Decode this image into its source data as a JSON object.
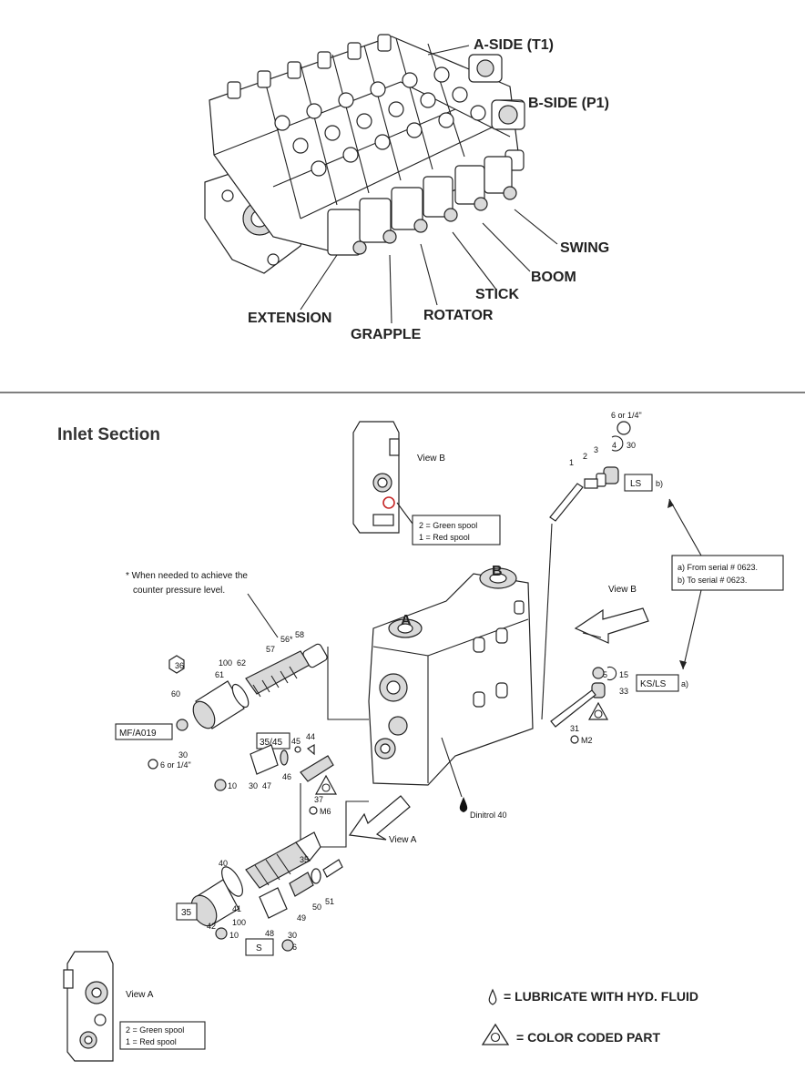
{
  "top_labels": {
    "a_side": "A-SIDE (T1)",
    "b_side": "B-SIDE (P1)",
    "swing": "SWING",
    "boom": "BOOM",
    "stick": "STICK",
    "rotator": "ROTATOR",
    "grapple": "GRAPPLE",
    "extension": "EXTENSION"
  },
  "inlet": {
    "title": "Inlet Section",
    "view_b_label": "View B",
    "view_b_note_1": "2 = Green spool",
    "view_b_note_2": "1 = Red spool",
    "view_a_label": "View A",
    "view_a_note_1": "2 = Green spool",
    "view_a_note_2": "1 = Red spool",
    "counter_note_1": "* When needed to achieve the",
    "counter_note_2": "counter pressure level.",
    "serial_a": "a) From serial # 0623.",
    "serial_b": "b) To serial # 0623.",
    "view_b_arrow": "View B",
    "view_a_arrow": "View A",
    "dinitrol": "Dinitrol 40",
    "port_a": "A",
    "port_b": "B",
    "box_ls": "LS",
    "box_ls_suffix": "b)",
    "box_ksls": "KS/LS",
    "box_ksls_suffix": "a)",
    "box_mfa": "MF/A019",
    "box_3545": "35/45",
    "box_35": "35",
    "box_s": "S",
    "sixor": "6 or 1/4\"",
    "p1": "1",
    "p2": "2",
    "p3": "3",
    "p4": "4",
    "t30a": "30",
    "p5": "5",
    "t15": "15",
    "p33": "33",
    "p31": "31",
    "m2": "M2",
    "p36": "36",
    "t100a": "100",
    "p61": "61",
    "p62": "62",
    "p57": "57",
    "p56": "56*",
    "p58": "58",
    "p60": "60",
    "t30b": "30",
    "sixor2": "6 or 1/4\"",
    "p45": "45",
    "p44": "44",
    "p46": "46",
    "p10a": "10",
    "t30c": "30",
    "p47": "47",
    "p37": "37",
    "m6": "M6",
    "p40": "40",
    "p35": "35",
    "p41": "41",
    "p42": "42",
    "t100b": "100",
    "p10b": "10",
    "p48": "48",
    "t30d": "30",
    "p6": "6",
    "p49": "49",
    "p50": "50",
    "p51": "51"
  },
  "legend": {
    "lubricate": "= LUBRICATE WITH HYD. FLUID",
    "color_coded": "= COLOR CODED PART"
  }
}
